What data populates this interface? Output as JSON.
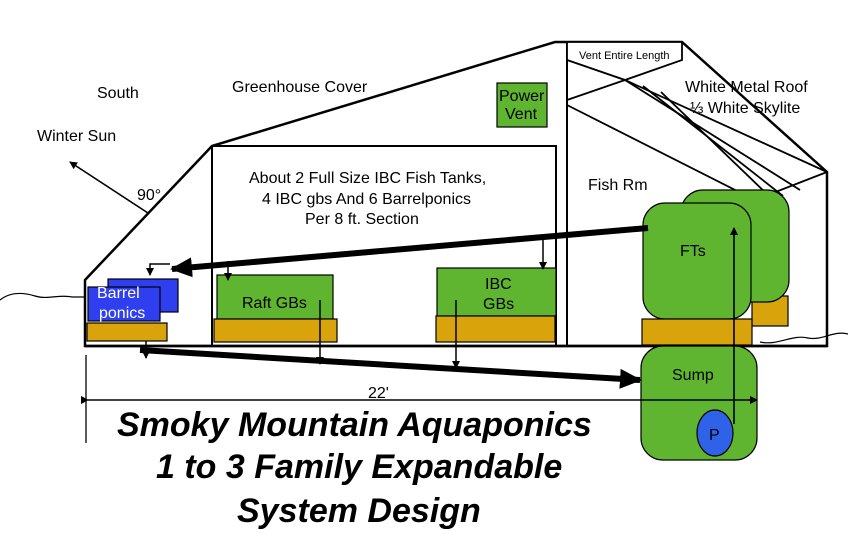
{
  "labels": {
    "south": "South",
    "greenhouse_cover": "Greenhouse Cover",
    "winter_sun": "Winter Sun",
    "angle": "90°",
    "power_vent_1": "Power",
    "power_vent_2": "Vent",
    "vent_entire_length": "Vent Entire Length",
    "roof_1": "White Metal Roof",
    "roof_2": "⅓ White Skylite",
    "section_note_1": "About 2 Full Size IBC Fish Tanks,",
    "section_note_2": "4 IBC gbs And 6 Barrelponics",
    "section_note_3": "Per 8 ft. Section",
    "fish_room": "Fish Rm",
    "barrelponics_1": "Barrel",
    "barrelponics_2": "ponics",
    "raft_gbs": "Raft GBs",
    "ibc_gbs_1": "IBC",
    "ibc_gbs_2": "GBs",
    "fish_tanks": "FTs",
    "sump": "Sump",
    "pump": "P",
    "dimension": "22'"
  },
  "title": {
    "line1": "Smoky Mountain Aquaponics",
    "line2": "1 to 3 Family Expandable",
    "line3": "System Design"
  },
  "colors": {
    "green": "#5fb52f",
    "orange": "#d9a30c",
    "blue": "#2f3ff0",
    "pump_blue": "#2f62e8",
    "line": "#000000"
  }
}
